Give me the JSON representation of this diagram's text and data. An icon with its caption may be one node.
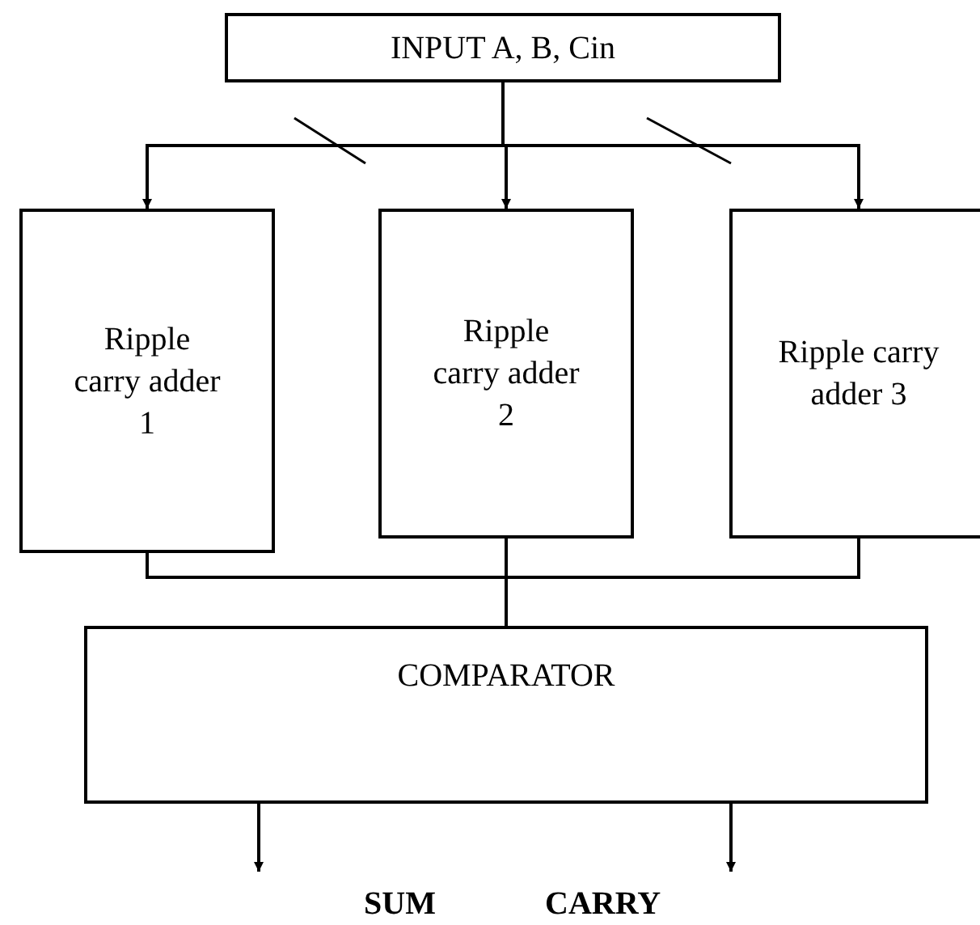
{
  "diagram": {
    "nodes": [
      {
        "text": [
          "INPUT A, B, Cin"
        ]
      },
      {
        "text": [
          "Ripple carry adder 1"
        ]
      },
      {
        "text": [
          "Ripple carry adder 2"
        ]
      },
      {
        "text": [
          "Ripple carry adder 3"
        ]
      },
      {
        "text": [
          "COMPARATOR"
        ]
      }
    ],
    "edges": [
      {
        "from": 0,
        "to": 1,
        "arrow": "to"
      },
      {
        "from": 0,
        "to": 2,
        "arrow": "to"
      },
      {
        "from": 0,
        "to": 3,
        "arrow": "to"
      },
      {
        "from": 1,
        "to": 4,
        "arrow": "none"
      },
      {
        "from": 2,
        "to": 4,
        "arrow": "none"
      },
      {
        "from": 3,
        "to": 4,
        "arrow": "none"
      },
      {
        "from": 4,
        "to": null,
        "arrow": "to"
      },
      {
        "from": 4,
        "to": null,
        "arrow": "to"
      }
    ],
    "labels": [
      "SUM",
      "CARRY"
    ]
  }
}
